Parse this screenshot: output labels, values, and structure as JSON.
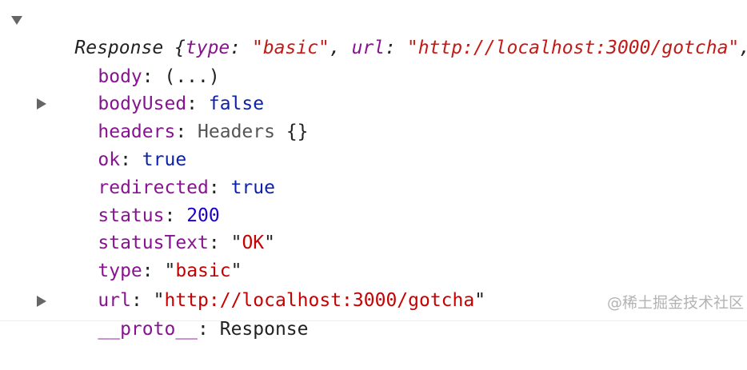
{
  "response": {
    "summary": {
      "label": "Response",
      "open_brace": " {",
      "type_key": "type",
      "type_value": "\"basic\"",
      "url_key": "url",
      "url_value": "\"http://localhost:3000/gotcha\"",
      "tail": ","
    },
    "properties": [
      {
        "key": "body",
        "value": "(...)"
      },
      {
        "key": "bodyUsed",
        "value": "false"
      },
      {
        "key": "headers",
        "value": "Headers",
        "suffix": " {}"
      },
      {
        "key": "ok",
        "value": "true"
      },
      {
        "key": "redirected",
        "value": "true"
      },
      {
        "key": "status",
        "value": "200"
      },
      {
        "key": "statusText",
        "value": "\"OK\"",
        "inner": "OK"
      },
      {
        "key": "type",
        "value": "\"basic\"",
        "inner": "basic"
      },
      {
        "key": "url",
        "value": "\"http://localhost:3000/gotcha\"",
        "inner": "http://localhost:3000/gotcha"
      },
      {
        "key": "__proto__",
        "value": "Response"
      }
    ],
    "separator": ": "
  },
  "watermark": "@稀土掘金技术社区",
  "colors": {
    "key": "#881391",
    "string": "#c80000",
    "boolean": "#0d22aa",
    "number": "#1c00cf",
    "punctuation": "#222222",
    "object": "#555555"
  },
  "icons": {
    "expanded": "triangle-down-icon",
    "collapsed": "triangle-right-icon"
  }
}
